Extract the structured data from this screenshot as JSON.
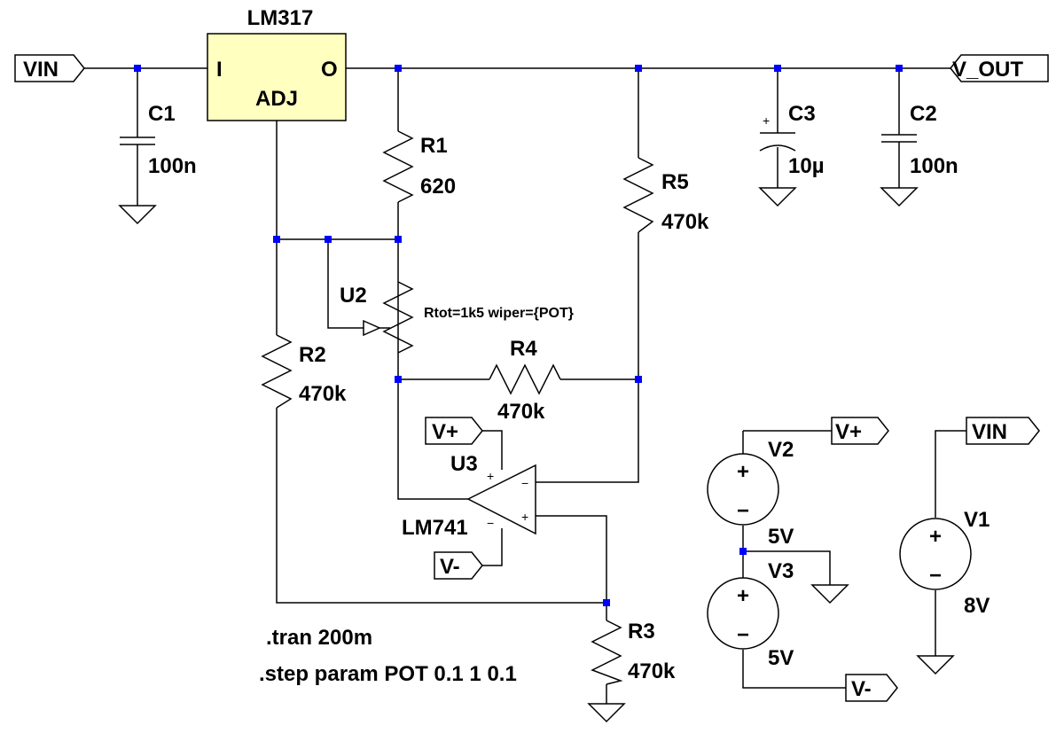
{
  "colors": {
    "wire": "#000000",
    "junction": "#0000ff",
    "regulator_fill": "#ffffc0",
    "background": "#ffffff"
  },
  "regulator": {
    "part": "LM317",
    "pin_in": "I",
    "pin_out": "O",
    "pin_adj": "ADJ"
  },
  "net_labels": {
    "vin_left": "VIN",
    "vout": "V_OUT",
    "vplus_opamp": "V+",
    "vminus_opamp": "V-",
    "vplus_supply": "V+",
    "vminus_supply": "V-",
    "vin_right": "VIN"
  },
  "components": {
    "c1": {
      "name": "C1",
      "value": "100n"
    },
    "c2": {
      "name": "C2",
      "value": "100n"
    },
    "c3": {
      "name": "C3",
      "value": "10µ"
    },
    "r1": {
      "name": "R1",
      "value": "620"
    },
    "r2": {
      "name": "R2",
      "value": "470k"
    },
    "r3": {
      "name": "R3",
      "value": "470k"
    },
    "r4": {
      "name": "R4",
      "value": "470k"
    },
    "r5": {
      "name": "R5",
      "value": "470k"
    },
    "u2": {
      "name": "U2",
      "value": "Rtot=1k5 wiper={POT}"
    },
    "u3": {
      "name": "U3",
      "value": "LM741"
    },
    "v1": {
      "name": "V1",
      "value": "8V"
    },
    "v2": {
      "name": "V2",
      "value": "5V"
    },
    "v3": {
      "name": "V3",
      "value": "5V"
    }
  },
  "opamp_pins": {
    "inv": "−",
    "noninv": "+",
    "supply_pos": "+",
    "supply_neg": "−"
  },
  "source_symbols": {
    "plus": "+",
    "minus": "−"
  },
  "cap_polarity": "+",
  "directives": [
    ".tran 200m",
    ".step param POT 0.1 1 0.1"
  ]
}
